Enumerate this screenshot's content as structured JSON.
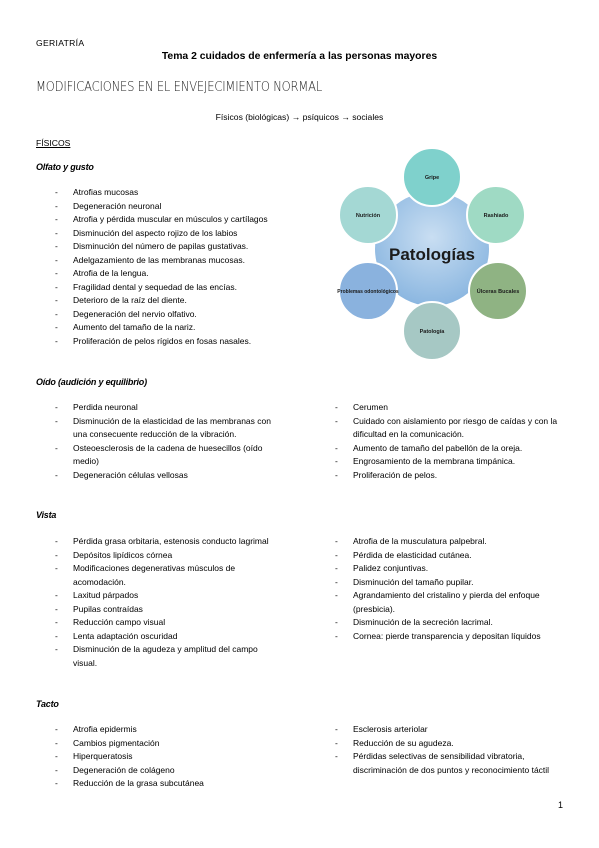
{
  "header": {
    "subject": "GERIATRÍA",
    "title": "Tema 2 cuidados de enfermería a las personas mayores"
  },
  "section": {
    "title": "MODIFICACIONES EN EL ENVEJECIMIENTO NORMAL",
    "flow": "Físicos (biológicas) → psíquicos → sociales",
    "category": "FÍSICOS"
  },
  "diagram": {
    "center": "Patologías",
    "nodes": [
      "Gripe",
      "Rashiado",
      "Úlceras Bucales",
      "Patología",
      "Problemas odontológicos",
      "Nutrición"
    ],
    "colors": {
      "center": "#9dc3e6",
      "gripe": "#7fd1cc",
      "rashiado": "#9fdac4",
      "ulceras": "#8fb383",
      "patologia": "#a6c8c4",
      "odontologicos": "#8ab2de",
      "nutricion": "#a4d8d4"
    }
  },
  "olfato": {
    "heading": "Olfato y gusto",
    "items": [
      "Atrofias mucosas",
      "Degeneración neuronal",
      "Atrofia y pérdida muscular en músculos y cartílagos",
      "Disminución del aspecto rojizo de los labios",
      "Disminución del número de papilas gustativas.",
      "Adelgazamiento de las membranas mucosas.",
      "Atrofia de la lengua.",
      "Fragilidad dental y sequedad de las encías.",
      "Deterioro de la raíz del diente.",
      "Degeneración del nervio olfativo.",
      "Aumento del tamaño de la nariz.",
      "Proliferación de pelos rígidos en fosas nasales."
    ]
  },
  "oido": {
    "heading": "Oído (audición y equilibrio)",
    "left": [
      "Perdida neuronal",
      "Disminución de la elasticidad de las membranas con una consecuente reducción de la vibración.",
      "Osteoesclerosis de la cadena de huesecillos (oído medio)",
      "Degeneración células vellosas"
    ],
    "right": [
      "Cerumen",
      "Cuidado con aislamiento por riesgo de caídas y con la dificultad en la comunicación.",
      "Aumento de tamaño del pabellón de la oreja.",
      "Engrosamiento de la membrana timpánica.",
      "Proliferación de pelos."
    ]
  },
  "vista": {
    "heading": "Vista",
    "left": [
      "Pérdida grasa orbitaria, estenosis conducto lagrimal",
      "Depósitos lipídicos córnea",
      "Modificaciones degenerativas músculos de acomodación.",
      "Laxitud párpados",
      "Pupilas contraídas",
      "Reducción campo visual",
      "Lenta adaptación oscuridad",
      "Disminución de la agudeza y amplitud del campo visual."
    ],
    "right": [
      "Atrofia de la musculatura palpebral.",
      "Pérdida de elasticidad cutánea.",
      "Palidez conjuntivas.",
      "Disminución del tamaño pupilar.",
      "Agrandamiento del cristalino y pierda del enfoque (presbicia).",
      "Disminución de la secreción lacrimal.",
      "Cornea: pierde transparencia y depositan líquidos"
    ]
  },
  "tacto": {
    "heading": "Tacto",
    "left": [
      "Atrofia epidermis",
      "Cambios pigmentación",
      "Hiperqueratosis",
      "Degeneración de colágeno",
      "Reducción de la grasa subcutánea"
    ],
    "right": [
      "Esclerosis arteriolar",
      "Reducción de su agudeza.",
      "Pérdidas selectivas de sensibilidad vibratoria, discriminación de dos puntos y reconocimiento táctil"
    ]
  },
  "footer": {
    "page": "1"
  }
}
